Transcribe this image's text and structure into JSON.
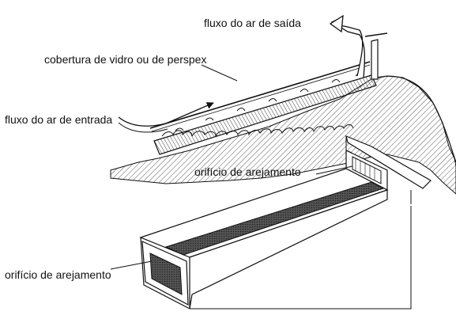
{
  "labels": {
    "outflow": "fluxo do ar de saída",
    "cover": "cobertura de vidro ou de perspex",
    "inflow": "fluxo do ar de entrada",
    "vent_upper": "orifício de arejamento",
    "vent_lower": "orifício de arejamento"
  },
  "colors": {
    "ink": "#111111",
    "mesh": "#4a4a4a",
    "background": "#ffffff"
  }
}
